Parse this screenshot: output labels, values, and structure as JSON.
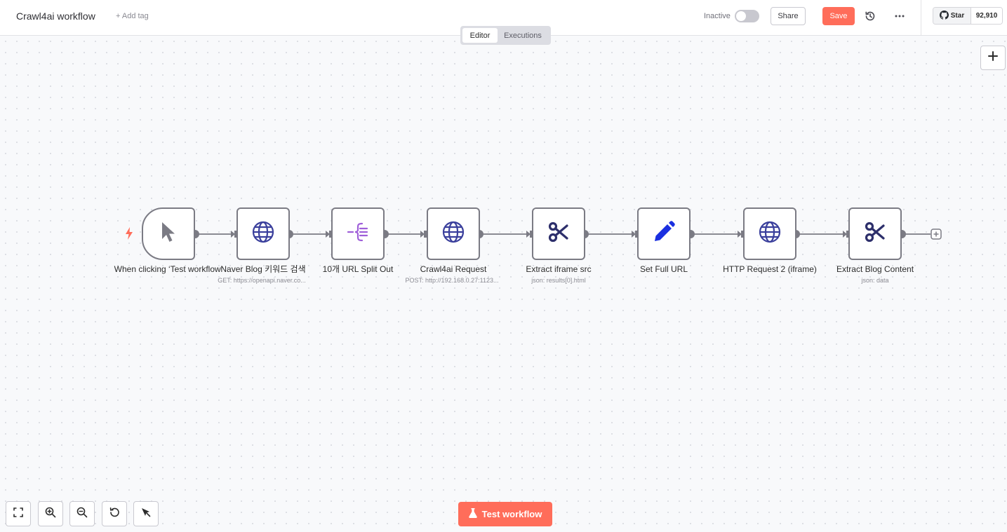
{
  "header": {
    "workflow_title": "Crawl4ai workflow",
    "add_tag": "+ Add tag",
    "status_label": "Inactive",
    "share_label": "Share",
    "save_label": "Save",
    "github": {
      "star_label": "Star",
      "star_count": "92,910"
    }
  },
  "tabs": [
    {
      "label": "Editor",
      "active": true
    },
    {
      "label": "Executions",
      "active": false
    }
  ],
  "nodes": [
    {
      "label": "When clicking ‘Test workflow’",
      "subtitle": "",
      "icon": "cursor-icon"
    },
    {
      "label": "Naver Blog 키워드 검색",
      "subtitle": "GET: https://openapi.naver.co...",
      "icon": "globe-icon"
    },
    {
      "label": "10개 URL Split Out",
      "subtitle": "",
      "icon": "split-out-icon"
    },
    {
      "label": "Crawl4ai Request",
      "subtitle": "POST: http://192.168.0.27:1123...",
      "icon": "globe-icon"
    },
    {
      "label": "Extract iframe src",
      "subtitle": "json: results[0].html",
      "icon": "scissors-icon"
    },
    {
      "label": "Set Full URL",
      "subtitle": "",
      "icon": "pencil-icon"
    },
    {
      "label": "HTTP Request 2 (iframe)",
      "subtitle": "",
      "icon": "globe-icon"
    },
    {
      "label": "Extract Blog Content",
      "subtitle": "json: data",
      "icon": "scissors-icon"
    }
  ],
  "test_button": {
    "label": "Test workflow"
  },
  "colors": {
    "accent": "#ff6d5a",
    "node_icon_blue": "#3a3f9c",
    "split_purple": "#9f5fd9",
    "pencil_blue": "#1a2fe0"
  }
}
